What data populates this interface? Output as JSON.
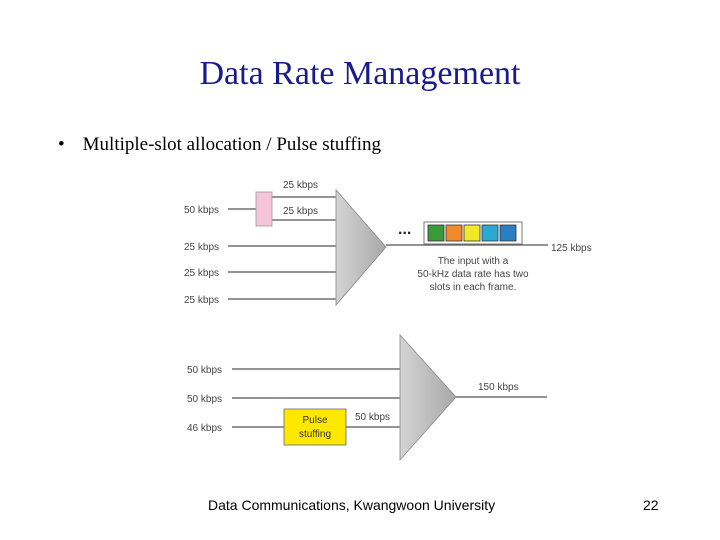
{
  "slide": {
    "title": "Data Rate Management",
    "bullet": "•",
    "bullet_text": "Multiple-slot allocation / Pulse stuffing",
    "footer": "Data Communications, Kwangwoon University",
    "page_number": "22"
  },
  "top_diagram": {
    "input_labels": [
      "50 kbps",
      "25 kbps",
      "25 kbps",
      "25 kbps"
    ],
    "split_labels": [
      "25 kbps",
      "25 kbps"
    ],
    "output_label": "125 kbps",
    "ellipsis": "...",
    "note_lines": [
      "The input with a",
      "50-kHz data rate has two",
      "slots in each frame."
    ],
    "frame_colors": [
      "#3a9a3a",
      "#f08a2a",
      "#f2e82a",
      "#2aaad2",
      "#2a7fc2"
    ],
    "split_box_color": "#f6c6d8"
  },
  "bottom_diagram": {
    "input_labels": [
      "50 kbps",
      "50 kbps",
      "46 kbps"
    ],
    "stuffing_lines": [
      "Pulse",
      "stuffing"
    ],
    "stuffed_label": "50 kbps",
    "output_label": "150 kbps",
    "stuffing_box_color": "#ffe800"
  }
}
